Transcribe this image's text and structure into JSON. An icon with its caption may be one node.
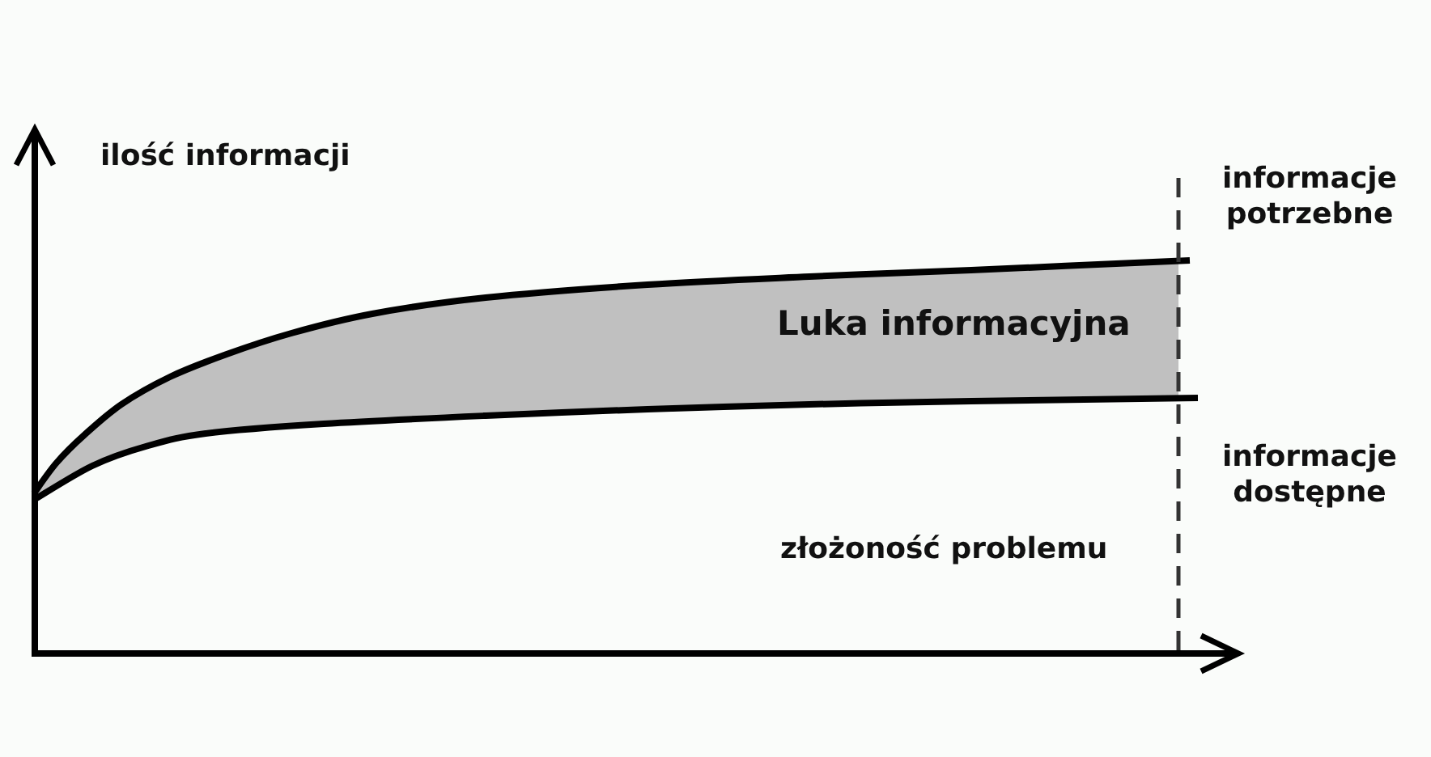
{
  "diagram": {
    "nodes": [
      {
        "text": [
          "Luka informacyjna"
        ]
      }
    ],
    "labels": [
      "ilość informacji",
      "informacje potrzebne",
      "informacje dostępne",
      "złożoność problemu"
    ]
  }
}
